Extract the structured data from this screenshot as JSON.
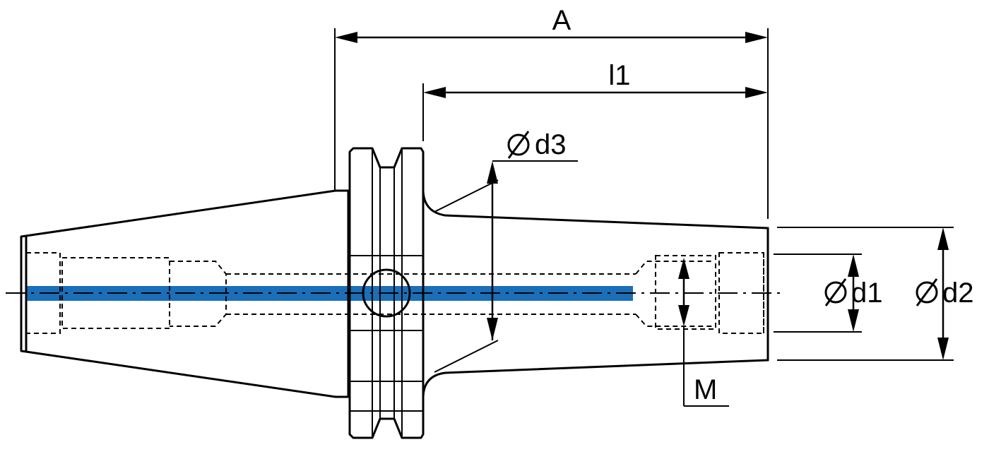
{
  "diagram": {
    "coolant_color": "#1a6fb8",
    "labels": {
      "A": "A",
      "l1": "l1",
      "d3": "d3",
      "d1": "d1",
      "d2": "d2",
      "M": "M"
    },
    "symbols": {
      "diameter": "diameter-symbol"
    }
  }
}
